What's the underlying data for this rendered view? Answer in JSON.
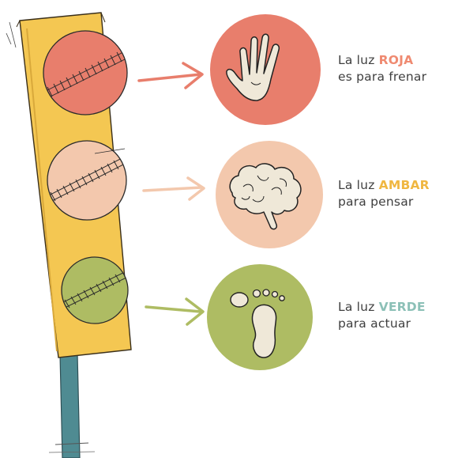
{
  "colors": {
    "red": "#e87e6c",
    "amber": "#f3c8ad",
    "green": "#aebc63",
    "housing": "#f4c752",
    "pole": "#4f8b92",
    "red_text": "#ef8a71",
    "amber_text": "#f0b742",
    "green_text": "#8cc0b7"
  },
  "lights": [
    {
      "id": "red",
      "icon": "hand-icon",
      "caption_prefix": "La luz ",
      "keyword": "ROJA",
      "caption_suffix": "es para frenar"
    },
    {
      "id": "amber",
      "icon": "brain-icon",
      "caption_prefix": "La luz ",
      "keyword": "AMBAR",
      "caption_suffix": "para pensar"
    },
    {
      "id": "green",
      "icon": "footprint-icon",
      "caption_prefix": "La luz ",
      "keyword": "VERDE",
      "caption_suffix": "para actuar"
    }
  ]
}
